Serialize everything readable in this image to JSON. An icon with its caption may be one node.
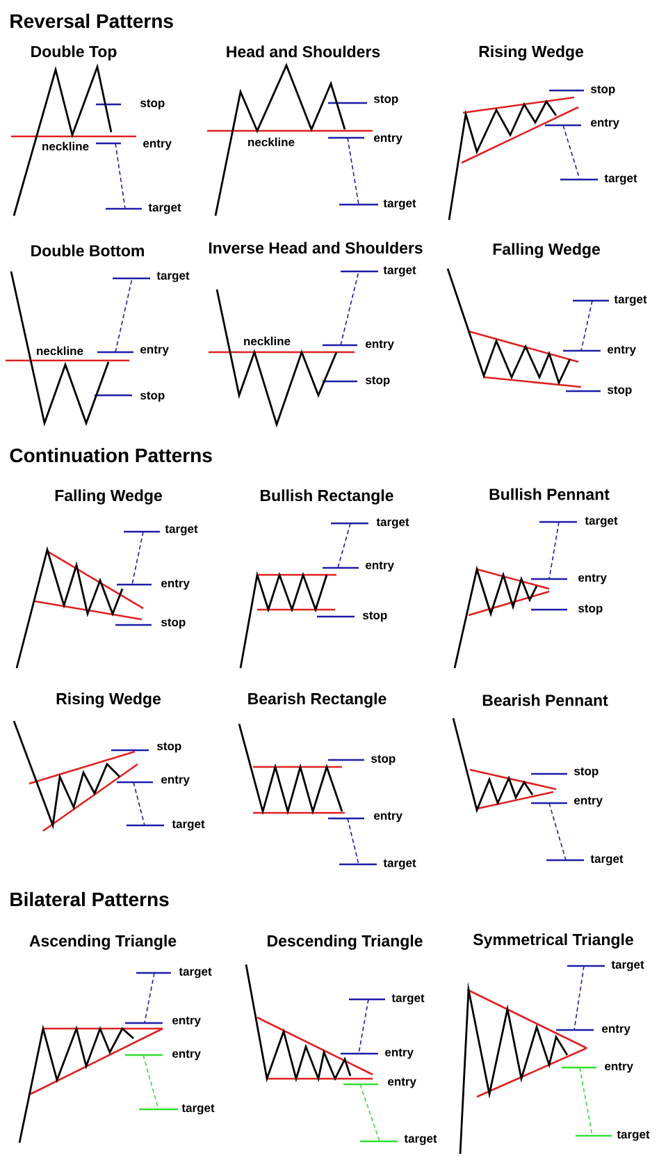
{
  "diagram": {
    "labels": [
      "Reversal Patterns",
      "Double Top",
      "neckline",
      "stop",
      "entry",
      "target",
      "Head and Shoulders",
      "neckline",
      "stop",
      "entry",
      "target",
      "Rising Wedge",
      "stop",
      "entry",
      "target",
      "Double Bottom",
      "neckline",
      "target",
      "entry",
      "stop",
      "Inverse Head and Shoulders",
      "neckline",
      "target",
      "entry",
      "stop",
      "Falling Wedge",
      "target",
      "entry",
      "stop",
      "Continuation Patterns",
      "Falling Wedge",
      "target",
      "entry",
      "stop",
      "Bullish Rectangle",
      "target",
      "entry",
      "stop",
      "Bullish Pennant",
      "target",
      "entry",
      "stop",
      "Rising Wedge",
      "stop",
      "entry",
      "target",
      "Bearish Rectangle",
      "stop",
      "entry",
      "target",
      "Bearish Pennant",
      "stop",
      "entry",
      "target",
      "Bilateral Patterns",
      "Ascending Triangle",
      "target",
      "entry",
      "entry",
      "target",
      "Descending Triangle",
      "target",
      "entry",
      "entry",
      "target",
      "Symmetrical Triangle",
      "target",
      "entry",
      "entry",
      "target"
    ]
  }
}
